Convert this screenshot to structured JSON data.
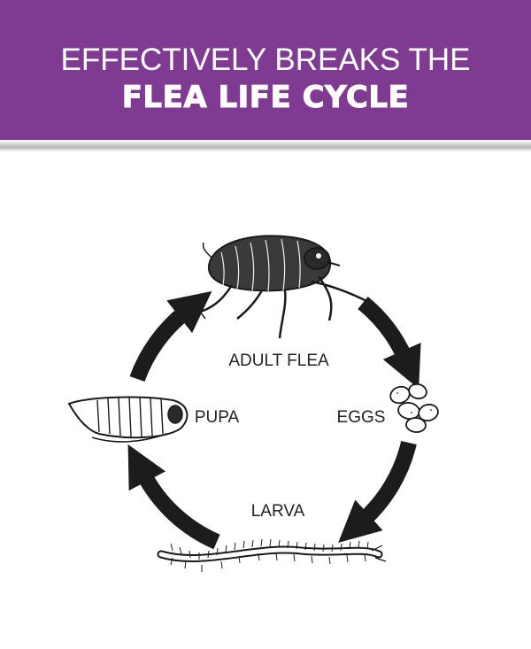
{
  "header": {
    "line1": "EFFECTIVELY BREAKS THE",
    "line2": "FLEA LIFE CYCLE"
  },
  "colors": {
    "banner": "#7f3b91",
    "arrows": "#1c1c1c",
    "text": "#222222"
  },
  "cycle": {
    "stages": [
      {
        "label": "ADULT FLEA"
      },
      {
        "label": "EGGS"
      },
      {
        "label": "LARVA"
      },
      {
        "label": "PUPA"
      }
    ]
  }
}
